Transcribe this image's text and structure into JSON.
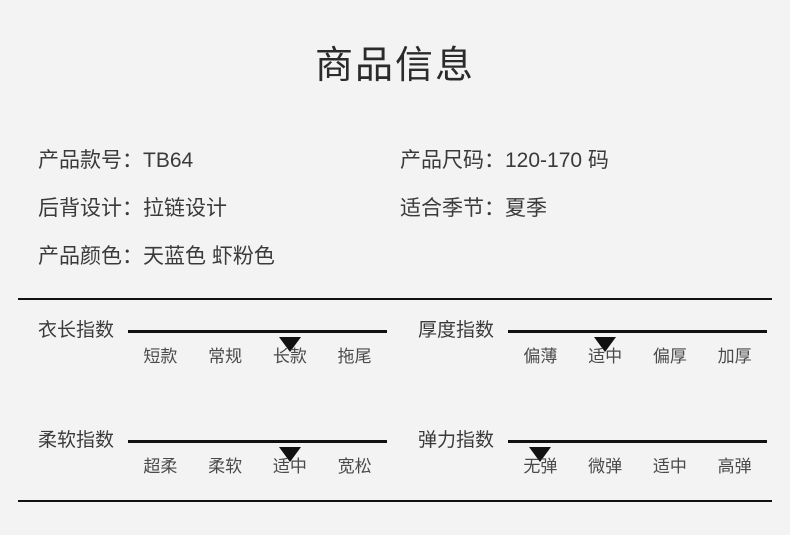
{
  "page": {
    "title": "商品信息",
    "background_color": "#f3f3f3",
    "text_color": "#3a3a3a",
    "rule_color": "#111111"
  },
  "specs": [
    {
      "left": {
        "label": "产品款号：",
        "value": "TB64"
      },
      "right": {
        "label": "产品尺码：",
        "value": "120-170 码"
      }
    },
    {
      "left": {
        "label": "后背设计：",
        "value": "拉链设计"
      },
      "right": {
        "label": "适合季节：",
        "value": "夏季"
      }
    },
    {
      "left": {
        "label": "产品颜色：",
        "value": "天蓝色 虾粉色"
      },
      "right": {
        "label": "",
        "value": ""
      }
    }
  ],
  "indices": [
    {
      "name": "衣长指数",
      "ticks": [
        "短款",
        "常规",
        "长款",
        "拖尾"
      ],
      "selected_index": 2,
      "selected_label": "长款",
      "marker_percent": 62.5
    },
    {
      "name": "厚度指数",
      "ticks": [
        "偏薄",
        "适中",
        "偏厚",
        "加厚"
      ],
      "selected_index": 1,
      "selected_label": "适中",
      "marker_percent": 37.5
    },
    {
      "name": "柔软指数",
      "ticks": [
        "超柔",
        "柔软",
        "适中",
        "宽松"
      ],
      "selected_index": 2,
      "selected_label": "适中",
      "marker_percent": 62.5
    },
    {
      "name": "弹力指数",
      "ticks": [
        "无弹",
        "微弹",
        "适中",
        "高弹"
      ],
      "selected_index": 0,
      "selected_label": "无弹",
      "marker_percent": 12.5
    }
  ]
}
